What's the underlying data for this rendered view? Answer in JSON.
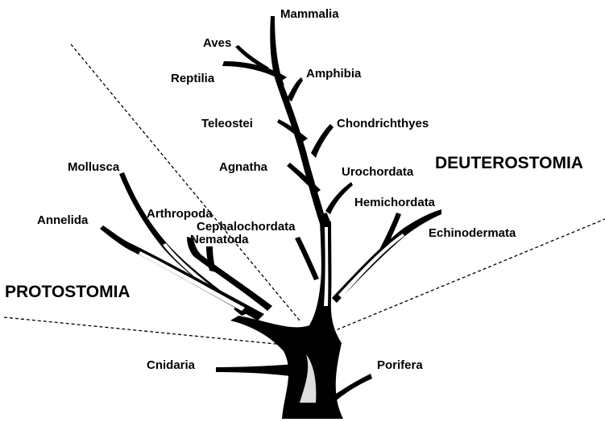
{
  "groups": {
    "protostomia": "PROTOSTOMIA",
    "deuterostomia": "DEUTEROSTOMIA"
  },
  "taxa": {
    "mammalia": "Mammalia",
    "aves": "Aves",
    "reptilia": "Reptilia",
    "amphibia": "Amphibia",
    "teleostei": "Teleostei",
    "chondrichthyes": "Chondrichthyes",
    "agnatha": "Agnatha",
    "urochordata": "Urochordata",
    "hemichordata": "Hemichordata",
    "echinodermata": "Echinodermata",
    "cephalochordata": "Cephalochordata",
    "mollusca": "Mollusca",
    "arthropoda": "Arthropoda",
    "annelida": "Annelida",
    "nematoda": "Nematoda",
    "cnidaria": "Cnidaria",
    "porifera": "Porifera"
  },
  "colors": {
    "ink": "#000000",
    "background": "#ffffff"
  }
}
